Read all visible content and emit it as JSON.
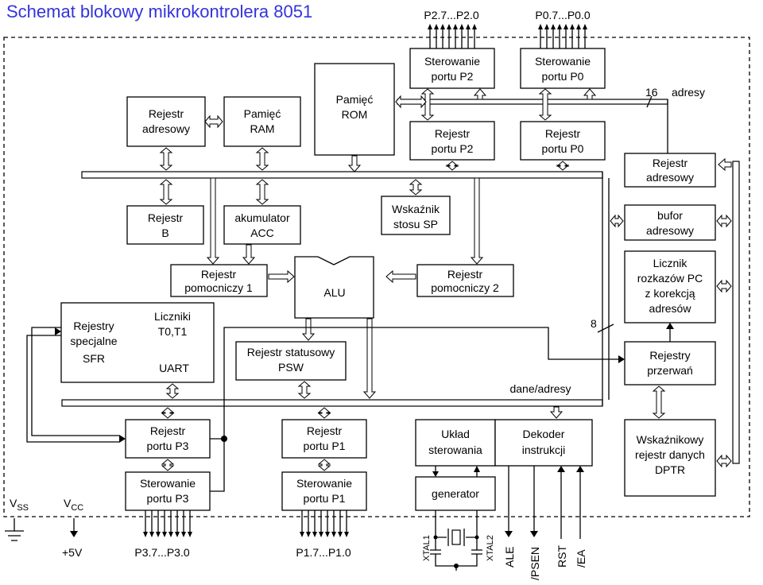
{
  "title": "Schemat blokowy mikrokontrolera 8051",
  "blocks": {
    "rejestr_adresowy_top": [
      "Rejestr",
      "adresowy"
    ],
    "pamiec_ram": [
      "Pamięć",
      "RAM"
    ],
    "pamiec_rom": [
      "Pamięć",
      "ROM"
    ],
    "sterowanie_p2": [
      "Sterowanie",
      "portu P2"
    ],
    "sterowanie_p0": [
      "Sterowanie",
      "portu P0"
    ],
    "rejestr_p2": [
      "Rejestr",
      "portu P2"
    ],
    "rejestr_p0": [
      "Rejestr",
      "portu P0"
    ],
    "rejestr_b": [
      "Rejestr",
      "B"
    ],
    "akumulator": [
      "akumulator",
      "ACC"
    ],
    "wskaznik_stosu": [
      "Wskaźnik",
      "stosu SP"
    ],
    "rejestr_adresowy_right": [
      "Rejestr",
      "adresowy"
    ],
    "bufor_adresowy": [
      "bufor",
      "adresowy"
    ],
    "pomocniczy1": [
      "Rejestr",
      "pomocniczy 1"
    ],
    "alu": [
      "ALU"
    ],
    "pomocniczy2": [
      "Rejestr",
      "pomocniczy 2"
    ],
    "licznik_pc": [
      "Licznik",
      "rozkazów PC",
      "z korekcją",
      "adresów"
    ],
    "sfr": [
      "Rejestry",
      "specjalne",
      "SFR"
    ],
    "liczniki": [
      "Liczniki",
      "T0,T1"
    ],
    "uart": [
      "UART"
    ],
    "psw": [
      "Rejestr statusowy",
      "PSW"
    ],
    "rejestry_przerwan": [
      "Rejestry",
      "przerwań"
    ],
    "rejestr_p3": [
      "Rejestr",
      "portu P3"
    ],
    "rejestr_p1": [
      "Rejestr",
      "portu P1"
    ],
    "uklad_sterowania": [
      "Układ",
      "sterowania"
    ],
    "dekoder": [
      "Dekoder",
      "instrukcji"
    ],
    "dptr": [
      "Wskaźnikowy",
      "rejestr danych",
      "DPTR"
    ],
    "sterowanie_p3": [
      "Sterowanie",
      "portu P3"
    ],
    "sterowanie_p1": [
      "Sterowanie",
      "portu P1"
    ],
    "generator": [
      "generator"
    ]
  },
  "labels": {
    "p2_pins": "P2.7...P2.0",
    "p0_pins": "P0.7...P0.0",
    "p3_pins": "P3.7...P3.0",
    "p1_pins": "P1.7...P1.0",
    "adresy": "adresy",
    "bits16": "16",
    "bits8": "8",
    "dane_adresy": "dane/adresy",
    "vss": "V",
    "vss_sub": "SS",
    "vcc": "V",
    "vcc_sub": "CC",
    "plus5v": "+5V",
    "xtal1": "XTAL1",
    "xtal2": "XTAL2",
    "ale": "ALE",
    "psen": "/PSEN",
    "rst": "RST",
    "ea": "/EA"
  }
}
